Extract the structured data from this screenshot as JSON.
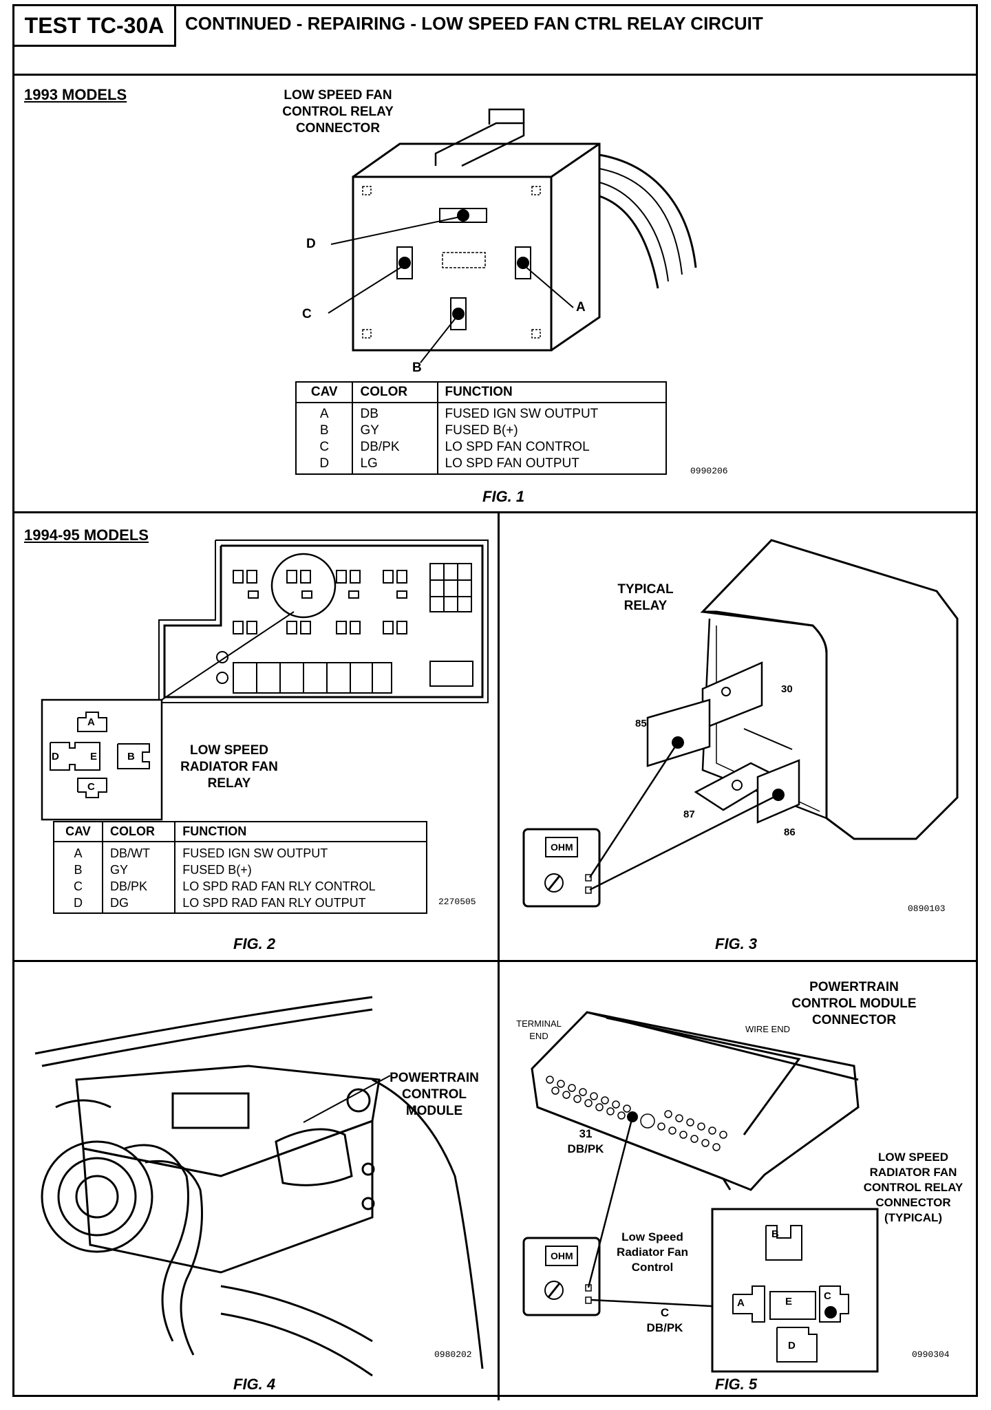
{
  "header": {
    "test_id": "TEST TC-30A",
    "title": "CONTINUED - REPAIRING - LOW SPEED FAN CTRL RELAY CIRCUIT"
  },
  "fig1": {
    "section": "1993 MODELS",
    "connector_label": [
      "LOW SPEED FAN",
      "CONTROL RELAY",
      "CONNECTOR"
    ],
    "pins": {
      "a": "A",
      "b": "B",
      "c": "C",
      "d": "D"
    },
    "table": {
      "headers": [
        "CAV",
        "COLOR",
        "FUNCTION"
      ],
      "rows": [
        [
          "A",
          "DB",
          "FUSED IGN SW OUTPUT"
        ],
        [
          "B",
          "GY",
          "FUSED B(+)"
        ],
        [
          "C",
          "DB/PK",
          "LO SPD FAN CONTROL"
        ],
        [
          "D",
          "LG",
          "LO SPD FAN OUTPUT"
        ]
      ]
    },
    "code": "0990206",
    "caption": "FIG. 1"
  },
  "fig2": {
    "section": "1994-95 MODELS",
    "relay_label": [
      "LOW SPEED",
      "RADIATOR FAN",
      "RELAY"
    ],
    "pins": {
      "a": "A",
      "b": "B",
      "c": "C",
      "d": "D",
      "e": "E"
    },
    "table": {
      "headers": [
        "CAV",
        "COLOR",
        "FUNCTION"
      ],
      "rows": [
        [
          "A",
          "DB/WT",
          "FUSED IGN SW OUTPUT"
        ],
        [
          "B",
          "GY",
          "FUSED B(+)"
        ],
        [
          "C",
          "DB/PK",
          "LO SPD RAD FAN RLY CONTROL"
        ],
        [
          "D",
          "DG",
          "LO SPD RAD FAN RLY OUTPUT"
        ]
      ]
    },
    "code": "2270505",
    "caption": "FIG. 2"
  },
  "fig3": {
    "relay_label": [
      "TYPICAL",
      "RELAY"
    ],
    "terminals": {
      "t30": "30",
      "t85": "85",
      "t87": "87",
      "t86": "86"
    },
    "meter_label": "OHM",
    "code": "0890103",
    "caption": "FIG. 3"
  },
  "fig4": {
    "module_label": [
      "POWERTRAIN",
      "CONTROL",
      "MODULE"
    ],
    "code": "0980202",
    "caption": "FIG. 4"
  },
  "fig5": {
    "pcm_label": [
      "POWERTRAIN",
      "CONTROL MODULE",
      "CONNECTOR"
    ],
    "terminal_end": [
      "TERMINAL",
      "END"
    ],
    "wire_end": "WIRE END",
    "pin31": [
      "31",
      "DB/PK"
    ],
    "control_label": [
      "Low Speed",
      "Radiator Fan",
      "Control"
    ],
    "relay_conn_label": [
      "LOW SPEED",
      "RADIATOR FAN",
      "CONTROL RELAY",
      "CONNECTOR",
      "(TYPICAL)"
    ],
    "wire_c": [
      "C",
      "DB/PK"
    ],
    "meter_label": "OHM",
    "pins": {
      "a": "A",
      "b": "B",
      "c": "C",
      "d": "D",
      "e": "E"
    },
    "code": "0990304",
    "caption": "FIG. 5"
  }
}
